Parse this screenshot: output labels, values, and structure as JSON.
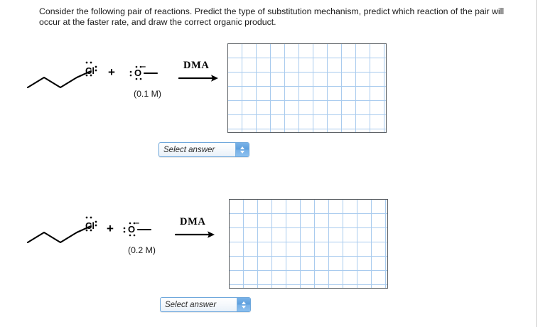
{
  "prompt": {
    "text": "Consider the following pair of reactions. Predict the type of substitution mechanism, predict which reaction of the pair will occur at the faster rate, and draw the correct organic product."
  },
  "colors": {
    "grid_line": "#a9cbee",
    "grid_border": "#5a5f63",
    "select_border": "#6fa8dc",
    "select_spinner": "#5d9fdd",
    "text": "#1a1a1a"
  },
  "reactions": [
    {
      "id": "reaction-1",
      "substrate": {
        "name": "1-chlorobutane",
        "leaving_group_label": "Cl",
        "chain_vertices": 5
      },
      "plus": "+",
      "nucleophile": {
        "name": "methoxide",
        "atom_label": "O",
        "charge": "–",
        "concentration": "(0.1 M)"
      },
      "conditions": {
        "solvent_label": "DMA",
        "arrow": "reaction-arrow"
      },
      "product_area": {
        "type": "drawing-grid",
        "columns": 11,
        "rows": 6
      },
      "answer": {
        "value": "Select answer",
        "placeholder": "Select answer",
        "spinner_up": "▲",
        "spinner_down": "▼"
      }
    },
    {
      "id": "reaction-2",
      "substrate": {
        "name": "1-chlorobutane",
        "leaving_group_label": "Cl",
        "chain_vertices": 5
      },
      "plus": "+",
      "nucleophile": {
        "name": "methoxide",
        "atom_label": "O",
        "charge": "–",
        "concentration": "(0.2 M)"
      },
      "conditions": {
        "solvent_label": "DMA",
        "arrow": "reaction-arrow"
      },
      "product_area": {
        "type": "drawing-grid",
        "columns": 11,
        "rows": 6
      },
      "answer": {
        "value": "Select answer",
        "placeholder": "Select answer",
        "spinner_up": "▲",
        "spinner_down": "▼"
      }
    }
  ]
}
